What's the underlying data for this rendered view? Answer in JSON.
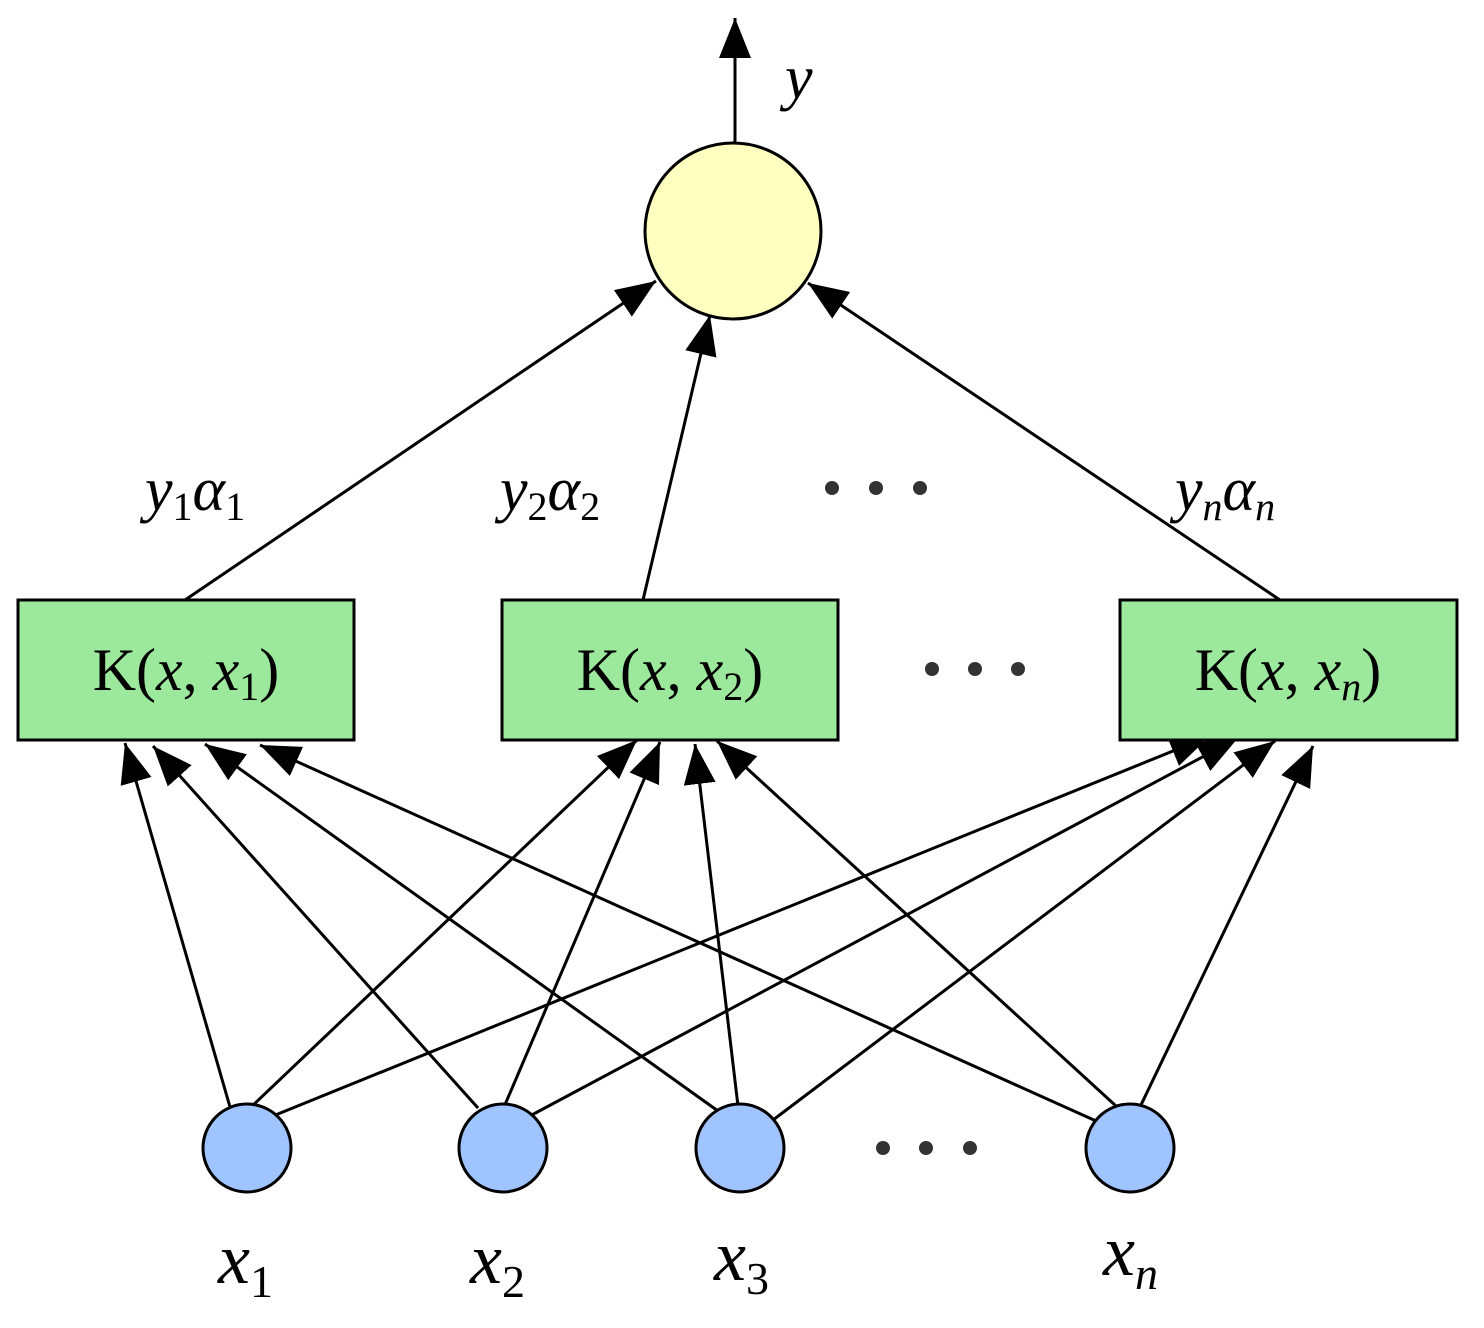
{
  "output": {
    "label": "y",
    "fill": "#ffffc0"
  },
  "weights": [
    {
      "y": "y",
      "ysub": "1",
      "a": "α",
      "asub": "1"
    },
    {
      "y": "y",
      "ysub": "2",
      "a": "α",
      "asub": "2"
    },
    {
      "y": "y",
      "ysub": "n",
      "a": "α",
      "asub": "n"
    }
  ],
  "kernels": [
    {
      "prefix": "K(",
      "x": "x",
      "sep": ", ",
      "x2": "x",
      "sub": "1",
      "close": ")"
    },
    {
      "prefix": "K(",
      "x": "x",
      "sep": ", ",
      "x2": "x",
      "sub": "2",
      "close": ")"
    },
    {
      "prefix": "K(",
      "x": "x",
      "sep": ", ",
      "x2": "x",
      "sub": "n",
      "close": ")"
    }
  ],
  "inputs": [
    {
      "var": "x",
      "sub": "1"
    },
    {
      "var": "x",
      "sub": "2"
    },
    {
      "var": "x",
      "sub": "3"
    },
    {
      "var": "x",
      "sub": "n"
    }
  ],
  "colors": {
    "kernel_fill": "#9ce89c",
    "input_fill": "#a0c4ff",
    "output_fill": "#ffffc0",
    "stroke": "#000000",
    "ellipsis": "#333333"
  },
  "ellipsis_icon": "horizontal-ellipsis"
}
